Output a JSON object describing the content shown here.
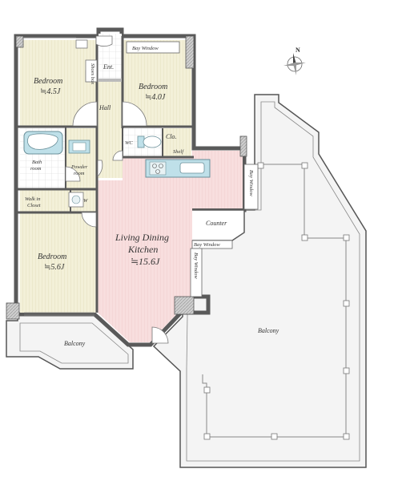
{
  "rooms": {
    "bedroom1": {
      "name": "Bedroom",
      "size": "≒4.5J"
    },
    "bedroom2": {
      "name": "Bedroom",
      "size": "≒4.0J"
    },
    "bedroom3": {
      "name": "Bedroom",
      "size": "≒5.6J"
    },
    "ldk": {
      "name1": "Living Dining",
      "name2": "Kitchen",
      "size": "≒15.6J"
    },
    "hall": "Hall",
    "ent": "Ent.",
    "wc": "WC",
    "clo": "Clo.",
    "shelf": "Shelf",
    "bath1": "Bath",
    "bath2": "room",
    "powder1": "Powder",
    "powder2": "room",
    "walkin1": "Walk in",
    "walkin2": "Closet",
    "w": "W",
    "shoes": "Shoes box",
    "counter": "Counter",
    "balcony_small": "Balcony",
    "balcony_big": "Balcony"
  },
  "windows": {
    "bay_top": "Bay Window",
    "bay_right": "Bay Window",
    "bay_mid": "Bay Window",
    "bay_vert": "Bay Window"
  },
  "compass": {
    "north": "N"
  }
}
